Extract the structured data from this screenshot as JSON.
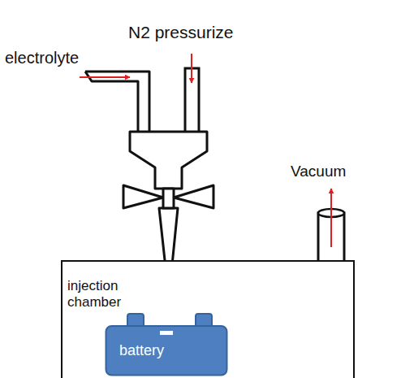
{
  "diagram": {
    "nodes": [
      {
        "text": [
          "injection chamber"
        ]
      },
      {
        "text": [
          "battery"
        ],
        "in": 0
      }
    ],
    "labels": [
      "N2 pressurize",
      "electrolyte",
      "Vacuum"
    ]
  }
}
